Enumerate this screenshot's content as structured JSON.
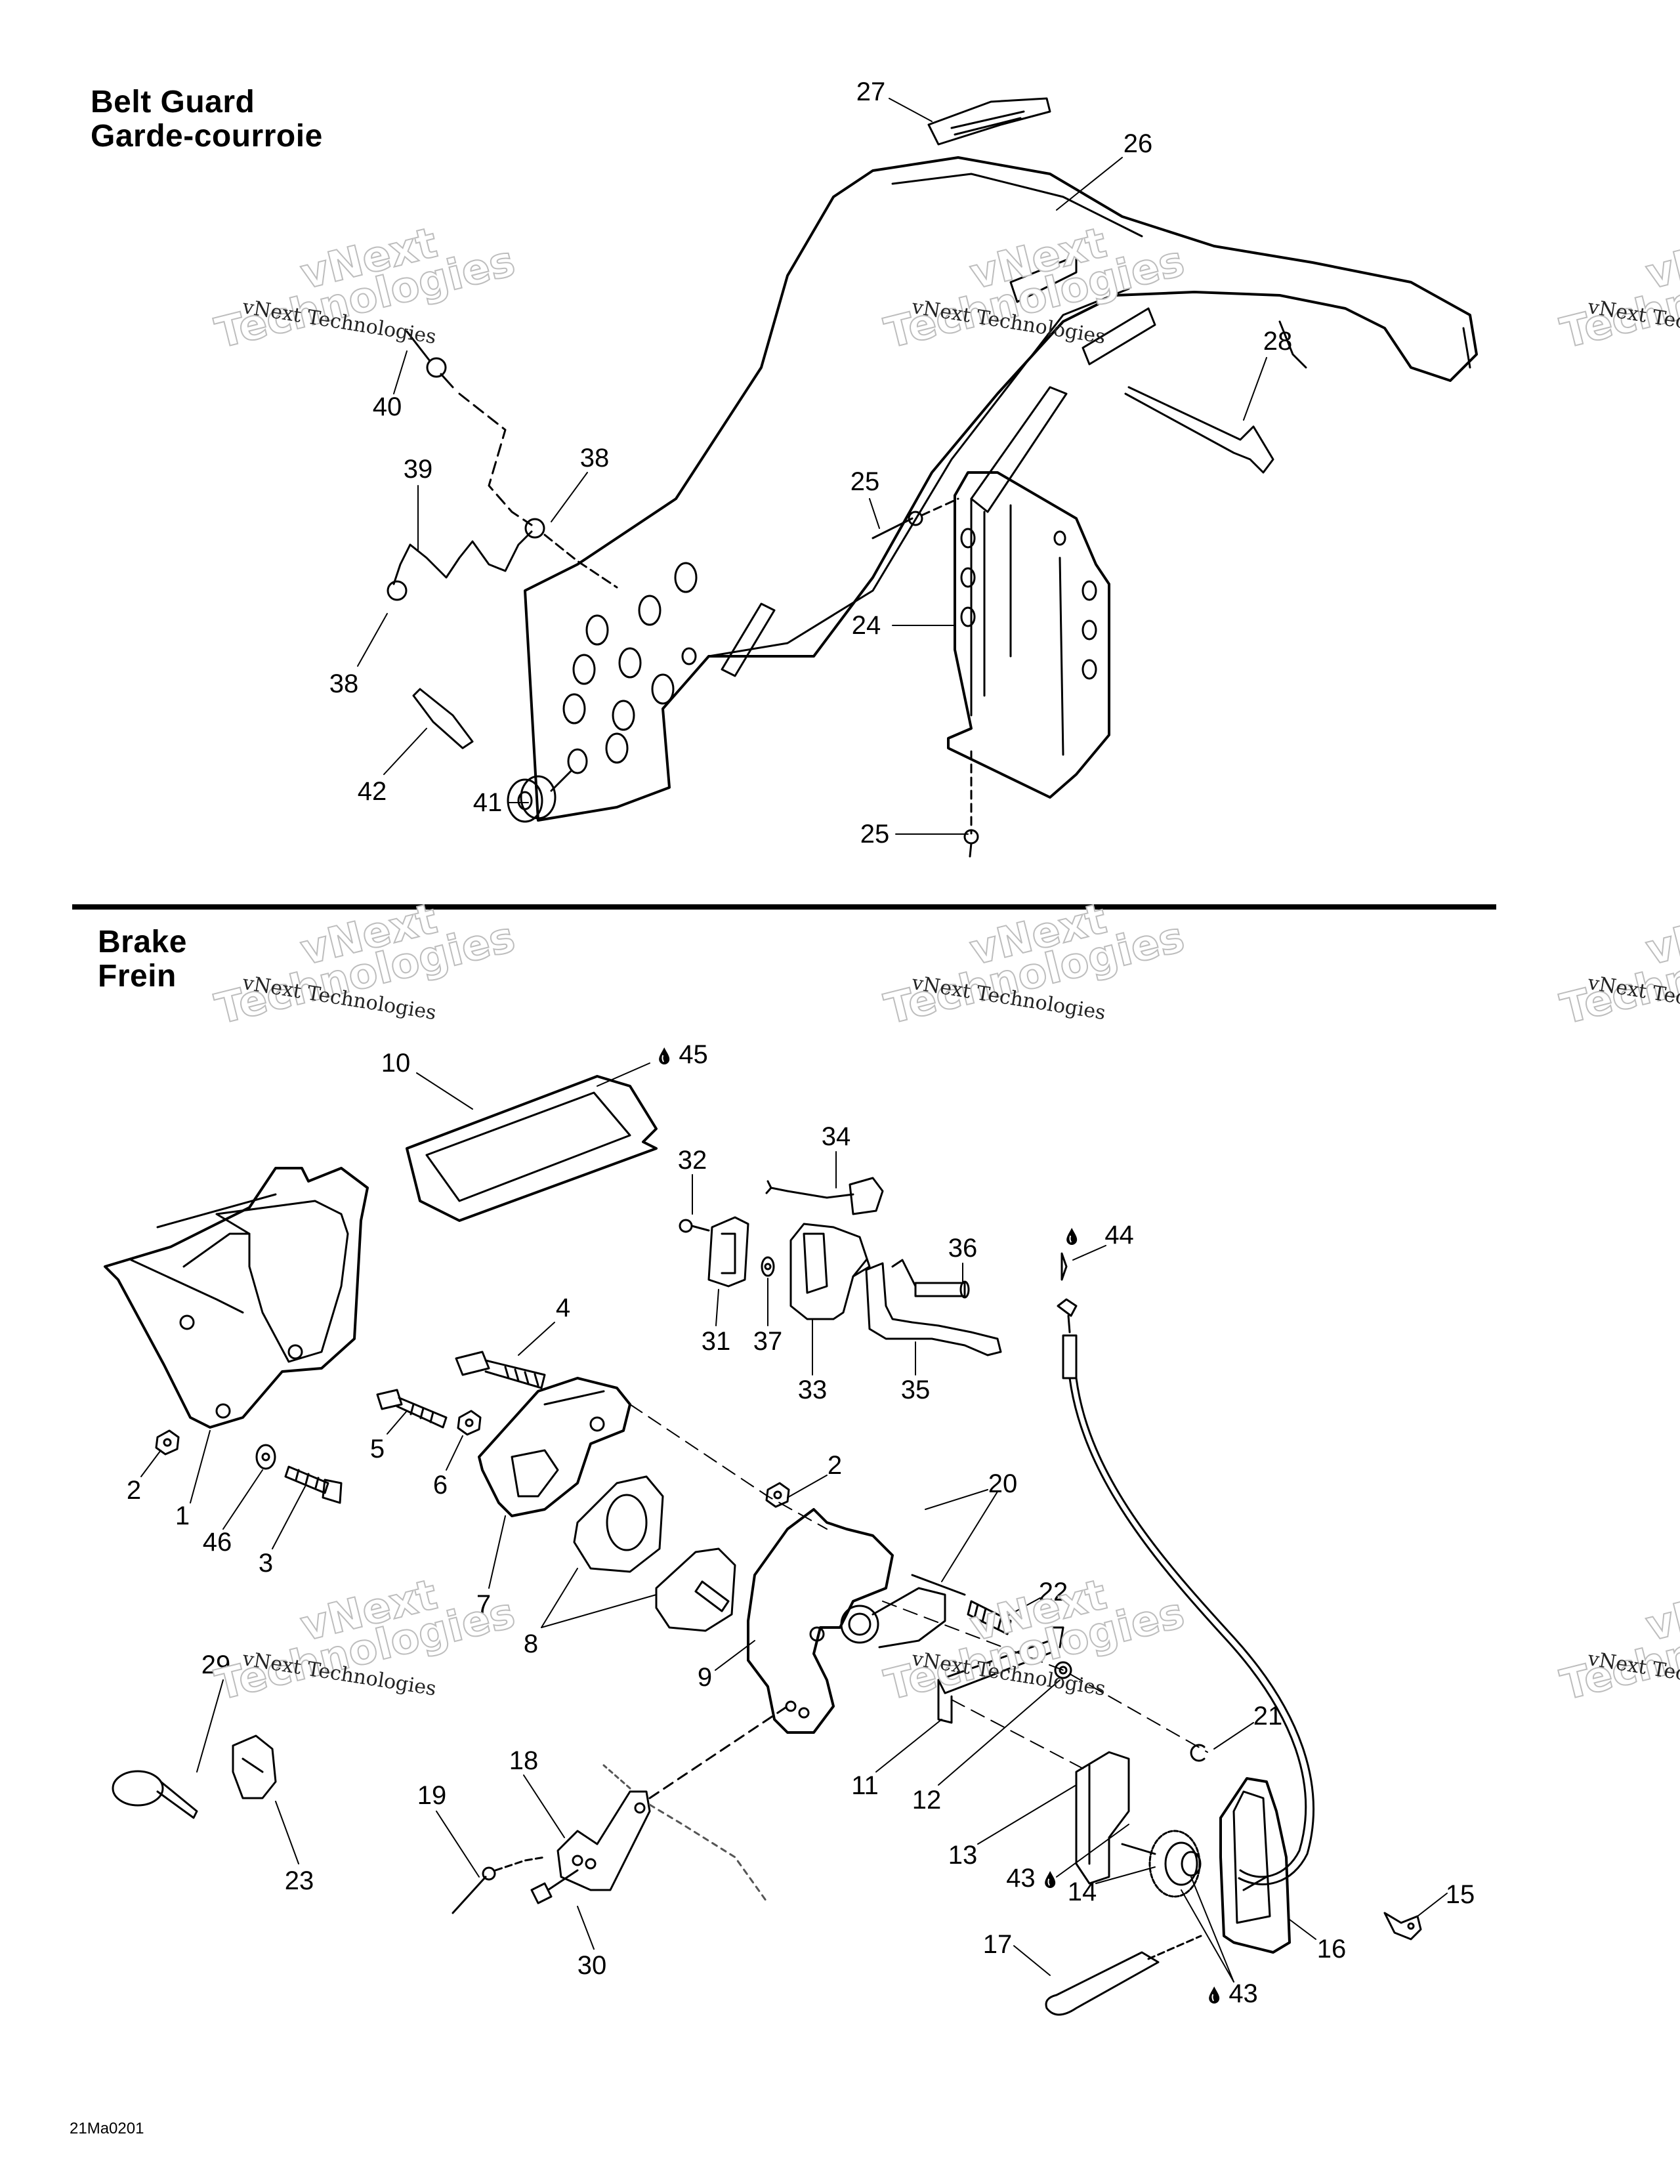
{
  "sections": {
    "belt_guard": {
      "title_en": "Belt Guard",
      "title_fr": "Garde-courroie"
    },
    "brake": {
      "title_en": "Brake",
      "title_fr": "Frein"
    }
  },
  "drawing_code": "21Ma0201",
  "watermark": {
    "line_small": "vNext Technologies",
    "big_1": "vNext",
    "big_2": "Technologies"
  },
  "legend_icons": {
    "lubricant": "oil-drop-icon"
  },
  "callouts": {
    "belt_guard": [
      {
        "id": "27",
        "label": "27",
        "part": "decal"
      },
      {
        "id": "26",
        "label": "26",
        "part": "belt-guard"
      },
      {
        "id": "28",
        "label": "28",
        "part": "hair-pin"
      },
      {
        "id": "40",
        "label": "40",
        "part": "screw"
      },
      {
        "id": "39",
        "label": "39",
        "part": "tether-cable"
      },
      {
        "id": "38a",
        "label": "38",
        "part": "terminal"
      },
      {
        "id": "38b",
        "label": "38",
        "part": "terminal"
      },
      {
        "id": "42",
        "label": "42",
        "part": "hair-pin"
      },
      {
        "id": "41",
        "label": "41",
        "part": "grommet"
      },
      {
        "id": "25a",
        "label": "25",
        "part": "rivet"
      },
      {
        "id": "24",
        "label": "24",
        "part": "support-plate"
      },
      {
        "id": "25b",
        "label": "25",
        "part": "rivet"
      }
    ],
    "brake": [
      {
        "id": "10",
        "label": "10",
        "part": "brake-pad"
      },
      {
        "id": "45",
        "label": "45",
        "lube": true
      },
      {
        "id": "32",
        "label": "32",
        "part": "screw"
      },
      {
        "id": "34",
        "label": "34",
        "part": "switch"
      },
      {
        "id": "36",
        "label": "36",
        "part": "pin"
      },
      {
        "id": "44",
        "label": "44",
        "lube": true
      },
      {
        "id": "31",
        "label": "31",
        "part": "cover"
      },
      {
        "id": "37",
        "label": "37",
        "part": "washer"
      },
      {
        "id": "33",
        "label": "33",
        "part": "housing"
      },
      {
        "id": "35",
        "label": "35",
        "part": "brake-lever"
      },
      {
        "id": "4",
        "label": "4",
        "part": "bolt"
      },
      {
        "id": "5",
        "label": "5",
        "part": "bolt"
      },
      {
        "id": "6",
        "label": "6",
        "part": "nut"
      },
      {
        "id": "2a",
        "label": "2",
        "part": "nut"
      },
      {
        "id": "1",
        "label": "1",
        "part": "caliper-bracket"
      },
      {
        "id": "46",
        "label": "46",
        "part": "washer"
      },
      {
        "id": "3",
        "label": "3",
        "part": "bolt"
      },
      {
        "id": "7",
        "label": "7",
        "part": "caliper"
      },
      {
        "id": "2b",
        "label": "2",
        "part": "nut"
      },
      {
        "id": "20",
        "label": "20",
        "part": "brake-cable"
      },
      {
        "id": "22",
        "label": "22",
        "part": "spring"
      },
      {
        "id": "8",
        "label": "8",
        "part": "brake-pads"
      },
      {
        "id": "9",
        "label": "9",
        "part": "caliper-lever"
      },
      {
        "id": "29",
        "label": "29",
        "part": "tie-rap"
      },
      {
        "id": "23",
        "label": "23",
        "part": "clip"
      },
      {
        "id": "21",
        "label": "21",
        "part": "e-clip"
      },
      {
        "id": "11",
        "label": "11",
        "part": "plate"
      },
      {
        "id": "12",
        "label": "12",
        "part": "nut"
      },
      {
        "id": "18",
        "label": "18",
        "part": "bracket"
      },
      {
        "id": "19",
        "label": "19",
        "part": "rivet"
      },
      {
        "id": "13",
        "label": "13",
        "part": "parking-lever"
      },
      {
        "id": "43a",
        "label": "43",
        "lube": true
      },
      {
        "id": "14",
        "label": "14",
        "part": "ratchet"
      },
      {
        "id": "15",
        "label": "15",
        "part": "clip"
      },
      {
        "id": "30",
        "label": "30",
        "part": "screw"
      },
      {
        "id": "17",
        "label": "17",
        "part": "parking-handle"
      },
      {
        "id": "16",
        "label": "16",
        "part": "lever-housing"
      },
      {
        "id": "43b",
        "label": "43",
        "lube": true
      }
    ]
  }
}
